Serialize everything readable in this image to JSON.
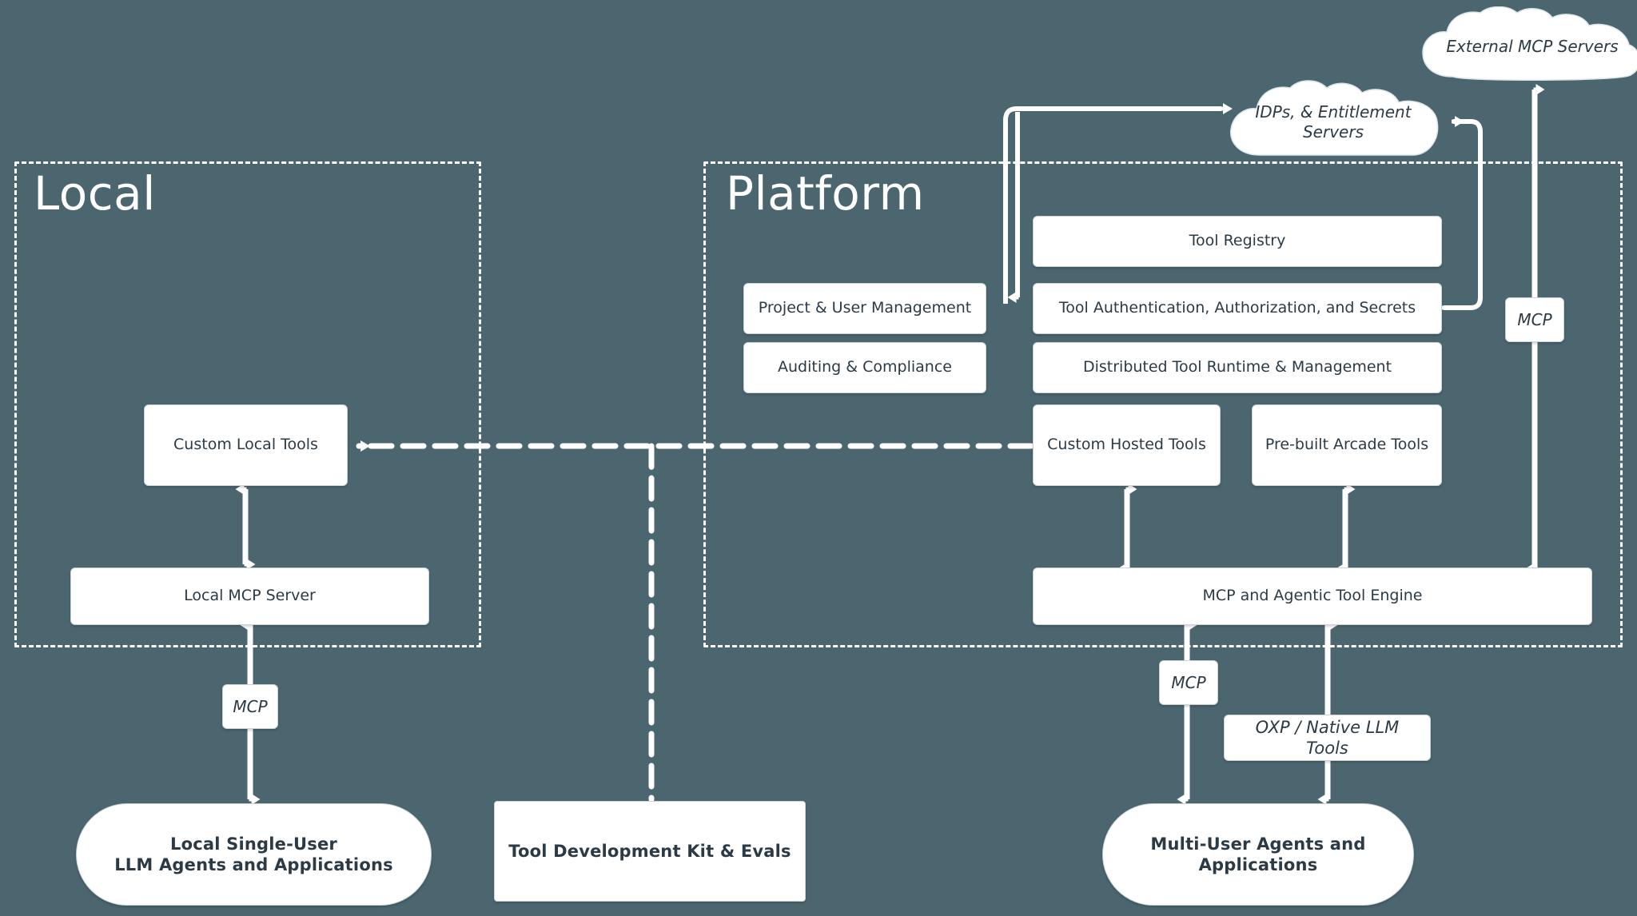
{
  "canvas": {
    "background": "#4c6670",
    "node_fill": "#ffffff",
    "text_color": "#2b3a45",
    "stroke": "#ffffff"
  },
  "zones": [
    {
      "id": "local",
      "title": "Local"
    },
    {
      "id": "platform",
      "title": "Platform"
    }
  ],
  "clouds": [
    {
      "id": "external-mcp-servers",
      "label": "External MCP Servers"
    },
    {
      "id": "idps-entitlement-servers",
      "label": "IDPs, & Entitlement Servers"
    }
  ],
  "nodes": {
    "custom_local_tools": "Custom Local Tools",
    "local_mcp_server": "Local MCP Server",
    "mcp_local_label": "MCP",
    "local_agents": "Local Single-User\nLLM Agents and Applications",
    "local_agents_line1": "Local Single-User",
    "local_agents_line2": "LLM Agents and Applications",
    "tool_dev_kit": "Tool Development Kit & Evals",
    "project_user_management": "Project & User Management",
    "auditing_compliance": "Auditing & Compliance",
    "tool_registry": "Tool Registry",
    "tool_auth": "Tool Authentication, Authorization, and Secrets",
    "distributed_runtime": "Distributed Tool Runtime & Management",
    "custom_hosted_tools": "Custom Hosted Tools",
    "prebuilt_arcade_tools": "Pre-built Arcade Tools",
    "mcp_agentic_engine": "MCP and Agentic Tool Engine",
    "mcp_right_label": "MCP",
    "mcp_bottom_label": "MCP",
    "oxp_native_llm_tools": "OXP / Native LLM Tools",
    "multi_user_agents_line1": "Multi-User Agents and",
    "multi_user_agents_line2": "Applications"
  },
  "connectors": [
    {
      "from": "platform-tools",
      "to": "custom-local-tools",
      "style": "dashed",
      "arrow": "left"
    },
    {
      "from": "horizontal-dashed-bus",
      "to": "tool-development-kit",
      "style": "dashed",
      "arrow": "none"
    },
    {
      "from": "custom-local-tools",
      "to": "local-mcp-server",
      "style": "solid",
      "arrow": "both"
    },
    {
      "from": "local-mcp-server",
      "to": "local-agents",
      "style": "solid",
      "arrow": "both",
      "label": "MCP"
    },
    {
      "from": "project-user-management",
      "to": "idps-cloud",
      "style": "solid",
      "arrow": "left"
    },
    {
      "from": "tool-auth",
      "to": "idps-cloud",
      "style": "solid",
      "arrow": "left"
    },
    {
      "from": "external-mcp-servers",
      "to": "mcp-agentic-engine",
      "style": "solid",
      "arrow": "both",
      "label": "MCP"
    },
    {
      "from": "custom-hosted-tools",
      "to": "mcp-agentic-engine",
      "style": "solid",
      "arrow": "both"
    },
    {
      "from": "prebuilt-arcade-tools",
      "to": "mcp-agentic-engine",
      "style": "solid",
      "arrow": "both"
    },
    {
      "from": "mcp-agentic-engine",
      "to": "multi-user-agents",
      "style": "solid",
      "arrow": "both",
      "label": "MCP"
    },
    {
      "from": "mcp-agentic-engine",
      "to": "multi-user-agents",
      "style": "solid",
      "arrow": "both",
      "label": "OXP / Native LLM Tools"
    }
  ]
}
